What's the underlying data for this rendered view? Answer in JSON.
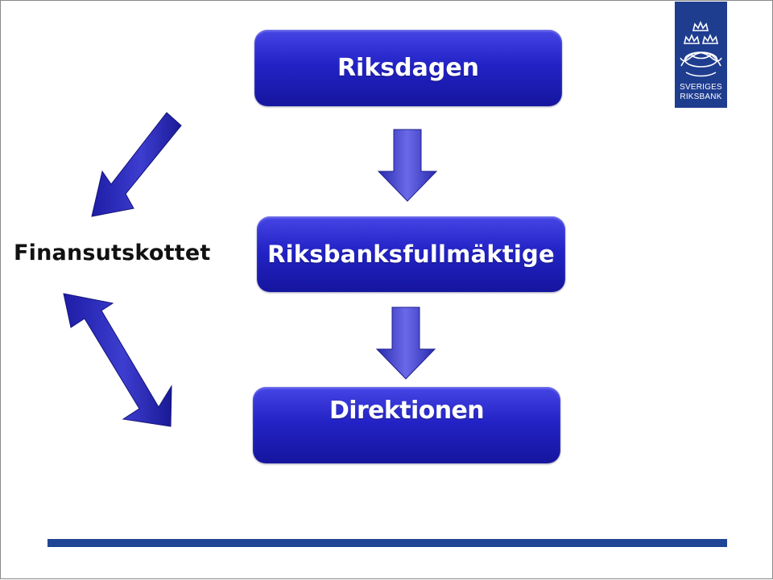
{
  "diagram": {
    "nodes": {
      "riksdagen": "Riksdagen",
      "fullmaktige": "Riksbanksfullmäktige",
      "direktionen": "Direktionen",
      "finansutskottet": "Finansutskottet"
    },
    "edges": [
      {
        "from": "Riksdagen",
        "to": "Riksbanksfullmäktige",
        "kind": "one-way"
      },
      {
        "from": "Riksbanksfullmäktige",
        "to": "Direktionen",
        "kind": "one-way"
      },
      {
        "from": "Riksdagen",
        "to": "Finansutskottet",
        "kind": "one-way"
      },
      {
        "from": "Finansutskottet",
        "to": "Direktionen",
        "kind": "two-way"
      }
    ]
  },
  "logo": {
    "line1": "SVERIGES",
    "line2": "RIKSBANK",
    "icon": "crowns-and-crossed-horns-emblem"
  },
  "colors": {
    "box": "#2323c6",
    "arrow": "#2a2ab8",
    "logo_bg": "#1f3d8f",
    "rule": "#1f4594"
  }
}
